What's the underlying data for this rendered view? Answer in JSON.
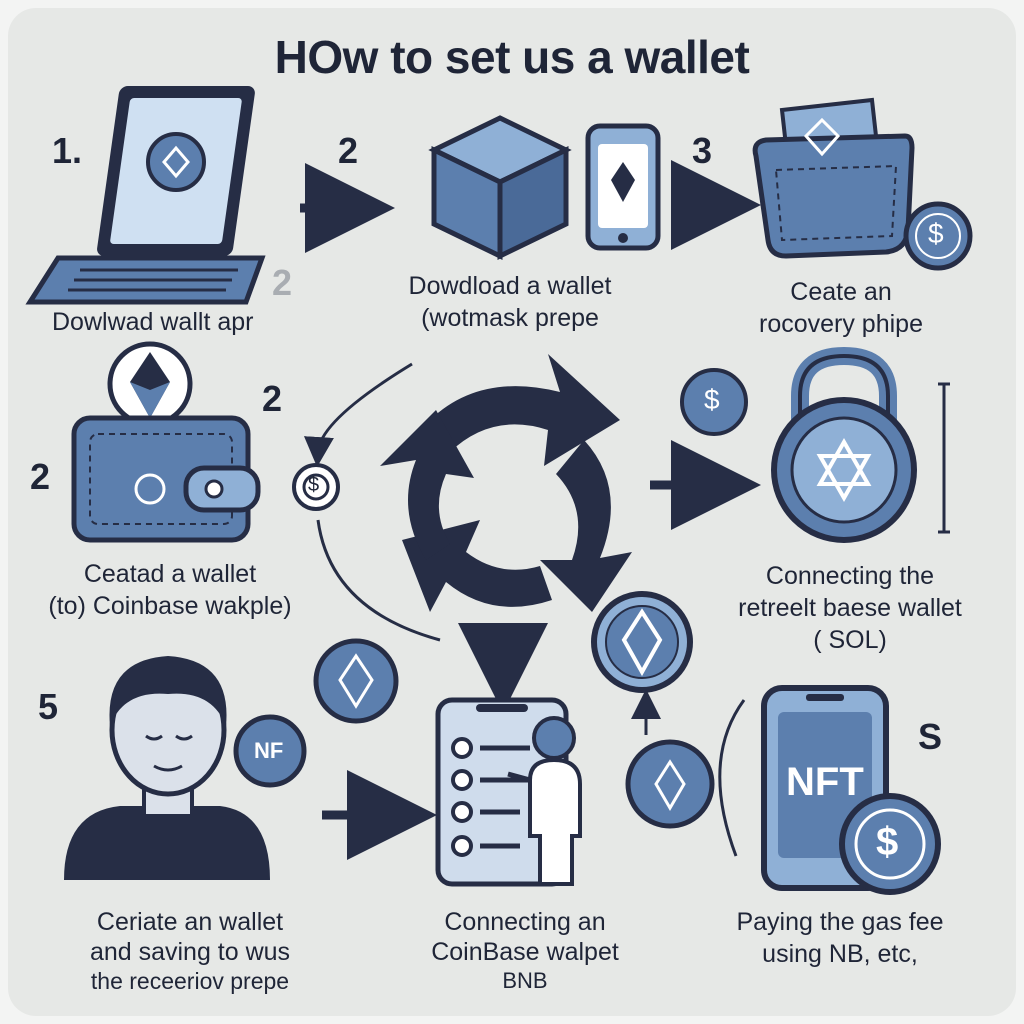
{
  "title": "HOw to set us a wallet",
  "numbers": {
    "n1": "1.",
    "n2a": "2",
    "n3": "3",
    "n2faint": "2",
    "n2b": "2",
    "n2c": "2",
    "n5": "5",
    "ns": "S"
  },
  "captions": {
    "step1": "Dowlwad wallt apr",
    "step2_line1": "Dowdload a wallet",
    "step2_line2": "(wotmask prepe",
    "step3_line1": "Ceate an",
    "step3_line2": "rocovery phipe",
    "step4_line1": "Ceatad a wallet",
    "step4_line2": "(to) Coinbase wakple)",
    "step6_line1": "Connecting the",
    "step6_line2": "retreelt baese wallet",
    "step6_line3": "( SOL)",
    "step7_line1": "Ceriate an wallet",
    "step7_line2": "and saving to wus",
    "step7_line3": "the receeriov prepe",
    "step8_line1": "Connecting an",
    "step8_line2": "CoinBase walpet",
    "step8_line3": "BNB",
    "step9_line1": "Paying the gas fee",
    "step9_line2": "using  NB, etc,"
  },
  "icons": {
    "laptop": "laptop-icon",
    "cube": "cube-icon",
    "phone": "phone-icon",
    "wallet": "wallet-icon",
    "coin": "dollar-coin-icon",
    "eth": "ethereum-icon",
    "cycle": "refresh-cycle-icon",
    "lock": "padlock-icon",
    "person": "person-icon",
    "checklist": "checklist-phone-icon",
    "nft": "nft-phone-icon"
  },
  "coin_labels": {
    "dollar": "$",
    "nft_text": "NFT",
    "nf_small": "NF"
  },
  "colors": {
    "navy": "#262d45",
    "blue": "#5c7fae",
    "light_blue": "#8fb0d6",
    "bg": "#e6e8e6"
  }
}
